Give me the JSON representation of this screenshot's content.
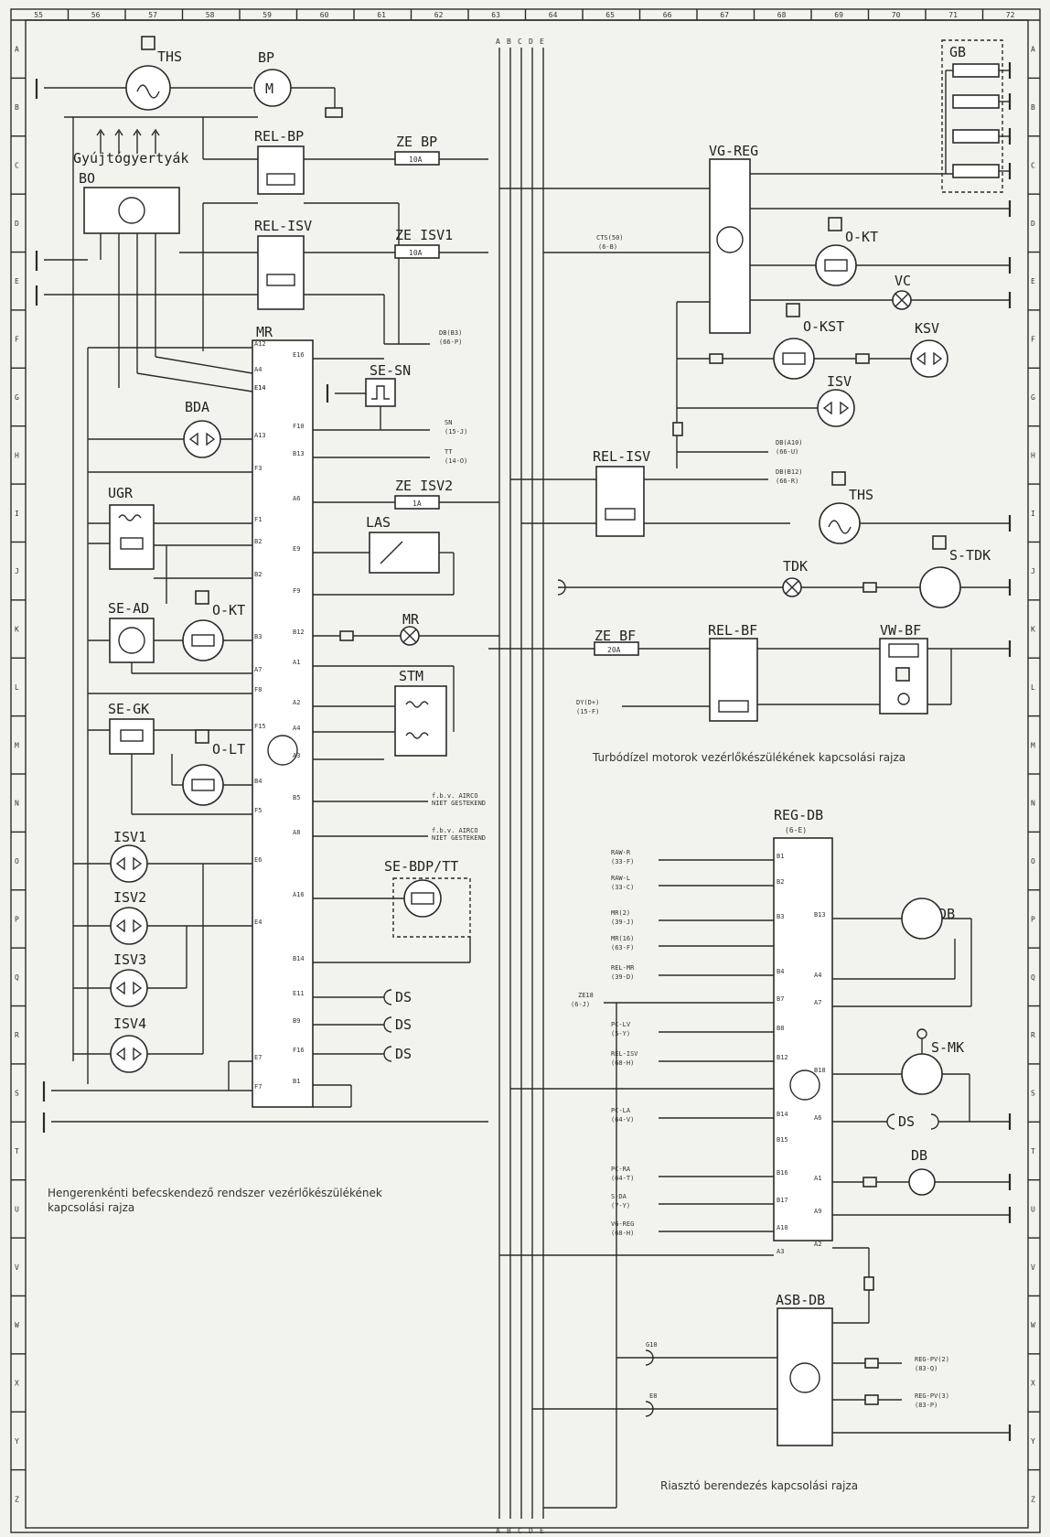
{
  "frame": {
    "column_numbers": [
      "55",
      "56",
      "57",
      "58",
      "59",
      "60",
      "61",
      "62",
      "63",
      "64",
      "65",
      "66",
      "67",
      "68",
      "69",
      "70",
      "71",
      "72"
    ],
    "row_letters": [
      "A",
      "B",
      "C",
      "D",
      "E",
      "F",
      "G",
      "H",
      "I",
      "J",
      "K",
      "L",
      "M",
      "N",
      "O",
      "P",
      "Q",
      "R",
      "S",
      "T",
      "U",
      "V",
      "W",
      "X",
      "Y",
      "Z"
    ]
  },
  "bus": {
    "labels": [
      "A",
      "B",
      "C",
      "D",
      "E"
    ]
  },
  "captions": {
    "left": [
      "Hengerenkénti befecskendező rendszer vezérlőkészülékének",
      "kapcsolási rajza"
    ],
    "turbo": "Turbódízel motorok vezérlőkészülékének kapcsolási rajza",
    "alarm": "Riasztó berendezés kapcsolási rajza"
  },
  "left_panel": {
    "ths": "THS",
    "bp": "BP",
    "spark_plugs": "Gyújtógyertyák",
    "bo": "BO",
    "rel_bp": "REL-BP",
    "rel_isv": "REL-ISV",
    "mr": "MR",
    "bda": "BDA",
    "ugr": "UGR",
    "se_ad": "SE-AD",
    "o_kt": "O-KT",
    "se_gk": "SE-GK",
    "o_lt": "O-LT",
    "isv1": "ISV1",
    "isv2": "ISV2",
    "isv3": "ISV3",
    "isv4": "ISV4",
    "ze_bp": "ZE BP",
    "ze_bp_amp": "10A",
    "ze_isv1": "ZE ISV1",
    "ze_isv1_amp": "10A",
    "se_sn": "SE-SN",
    "ze_isv2": "ZE ISV2",
    "ze_isv2_amp": "1A",
    "las": "LAS",
    "mr_motor": "MR",
    "stm": "STM",
    "se_bdp": "SE-BDP/TT",
    "ds": "DS",
    "mr_pins": [
      "A12",
      "A4",
      "E14",
      "E14",
      "A13",
      "F3",
      "F1",
      "B2",
      "B2",
      "B3",
      "A7",
      "F8",
      "F15",
      "B4",
      "F5",
      "E6",
      "E4",
      "E7",
      "F7"
    ],
    "mr_right_pins": [
      "E16",
      "F10",
      "B13",
      "A6",
      "E9",
      "F9",
      "B12",
      "A1",
      "A2",
      "A4",
      "A3",
      "B5",
      "A8",
      "A16",
      "B14",
      "E11",
      "B9",
      "F16",
      "B1"
    ],
    "airco1": "f.b.v. AIRCO",
    "airco2": "NIET GESTEKEND",
    "ref_db": "DB(B3)",
    "ref_db2": "(66-P)",
    "ref_sn": "SN",
    "ref_sn2": "(15-J)",
    "ref_tt": "TT",
    "ref_tt2": "(14-O)"
  },
  "turbo_panel": {
    "vg_reg": "VG-REG",
    "gb": "GB",
    "o_kt": "O-KT",
    "vc": "VC",
    "o_kst": "O-KST",
    "ksv": "KSV",
    "isv": "ISV",
    "rel_isv": "REL-ISV",
    "ths": "THS",
    "s_tdk": "S-TDK",
    "tdk": "TDK",
    "ze_bf": "ZE BF",
    "ze_bf_amp": "20A",
    "rel_bf": "REL-BF",
    "vw_bf": "VW-BF",
    "cts": "CTS(50)",
    "cts2": "(6-B)",
    "db_a10": "DB(A10)",
    "db_a10b": "(66-U)",
    "db_b12": "DB(B12)",
    "db_b12b": "(66-R)",
    "dy": "DY(D+)",
    "dy2": "(15-F)"
  },
  "alarm_panel": {
    "reg_db": "REG-DB",
    "reg_db_ref": "(6-E)",
    "s_db": "S-DB",
    "s_mk": "S-MK",
    "ds": "DS",
    "db": "DB",
    "asb_db": "ASB-DB",
    "inputs": [
      [
        "RAW-R",
        "(33-F)"
      ],
      [
        "RAW-L",
        "(33-C)"
      ],
      [
        "MR(2)",
        "(39-J)"
      ],
      [
        "MR(16)",
        "(63-F)"
      ],
      [
        "REL-MR",
        "(39-D)"
      ],
      [
        "PC-LV",
        "(5-Y)"
      ],
      [
        "REL-ISV",
        "(68-H)"
      ],
      [
        "PC-LA",
        "(64-V)"
      ],
      [
        "PC-RA",
        "(64-T)"
      ],
      [
        "S-DA",
        "(7-Y)"
      ],
      [
        "VG-REG",
        "(68-H)"
      ]
    ],
    "ze18": "ZE18",
    "ze18b": "(6-J)",
    "reg_pins": [
      "B1",
      "B2",
      "B3",
      "B4",
      "B7",
      "B8",
      "B12",
      "B14",
      "B15",
      "B16",
      "B17",
      "A10",
      "A3"
    ],
    "reg_right_pins": [
      "B13",
      "A4",
      "A7",
      "B18",
      "A6",
      "A1",
      "A9",
      "A2"
    ],
    "g10": "G10",
    "e8": "E8",
    "pv2": "REG-PV(2)",
    "pv2b": "(83-Q)",
    "pv3": "REG-PV(3)",
    "pv3b": "(83-P)"
  }
}
